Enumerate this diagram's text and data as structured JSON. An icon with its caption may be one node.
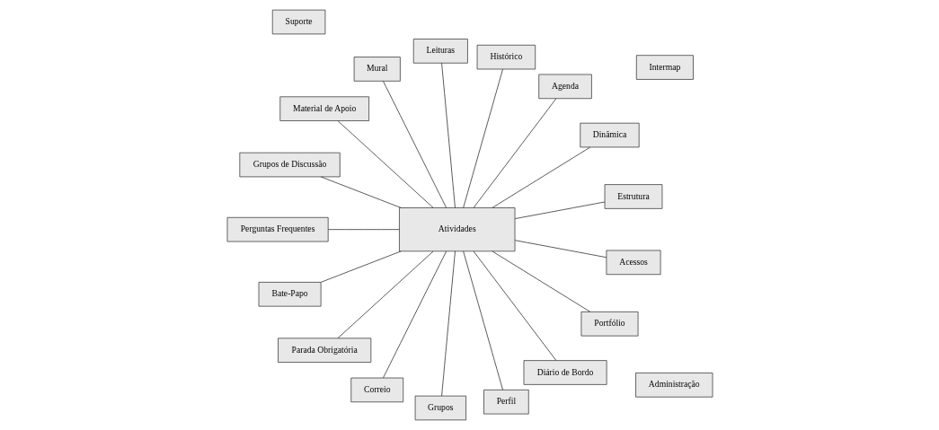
{
  "diagram": {
    "nodes": [
      {
        "text": [
          "Estrutura"
        ]
      },
      {
        "text": [
          "Dinâmica"
        ]
      },
      {
        "text": [
          "Agenda"
        ]
      },
      {
        "text": [
          "Histórico"
        ]
      },
      {
        "text": [
          "Leituras"
        ]
      },
      {
        "text": [
          "Mural"
        ]
      },
      {
        "text": [
          "Material de Apoio"
        ]
      },
      {
        "text": [
          "Grupos de Discussão"
        ]
      },
      {
        "text": [
          "Perguntas Frequentes"
        ]
      },
      {
        "text": [
          "Atividades"
        ]
      },
      {
        "text": [
          "Bate-Papo"
        ]
      },
      {
        "text": [
          "Parada Obrigatória"
        ]
      },
      {
        "text": [
          "Correio"
        ]
      },
      {
        "text": [
          "Grupos"
        ]
      },
      {
        "text": [
          "Perfil"
        ]
      },
      {
        "text": [
          "Diário de Bordo"
        ]
      },
      {
        "text": [
          "Portfólio"
        ]
      },
      {
        "text": [
          "Acessos"
        ]
      },
      {
        "text": [
          "Intermap"
        ]
      },
      {
        "text": [
          "Administração"
        ]
      },
      {
        "text": [
          "Suporte"
        ]
      }
    ],
    "edges": [
      {
        "from": 9,
        "to": 0,
        "arrow": "none"
      },
      {
        "from": 9,
        "to": 1,
        "arrow": "none"
      },
      {
        "from": 9,
        "to": 2,
        "arrow": "none"
      },
      {
        "from": 9,
        "to": 3,
        "arrow": "none"
      },
      {
        "from": 9,
        "to": 4,
        "arrow": "none"
      },
      {
        "from": 9,
        "to": 5,
        "arrow": "none"
      },
      {
        "from": 9,
        "to": 6,
        "arrow": "none"
      },
      {
        "from": 9,
        "to": 7,
        "arrow": "none"
      },
      {
        "from": 9,
        "to": 8,
        "arrow": "none"
      },
      {
        "from": 9,
        "to": 10,
        "arrow": "none"
      },
      {
        "from": 9,
        "to": 11,
        "arrow": "none"
      },
      {
        "from": 9,
        "to": 12,
        "arrow": "none"
      },
      {
        "from": 9,
        "to": 13,
        "arrow": "none"
      },
      {
        "from": 9,
        "to": 14,
        "arrow": "none"
      },
      {
        "from": 9,
        "to": 15,
        "arrow": "none"
      },
      {
        "from": 9,
        "to": 16,
        "arrow": "none"
      },
      {
        "from": 9,
        "to": 17,
        "arrow": "none"
      }
    ]
  }
}
